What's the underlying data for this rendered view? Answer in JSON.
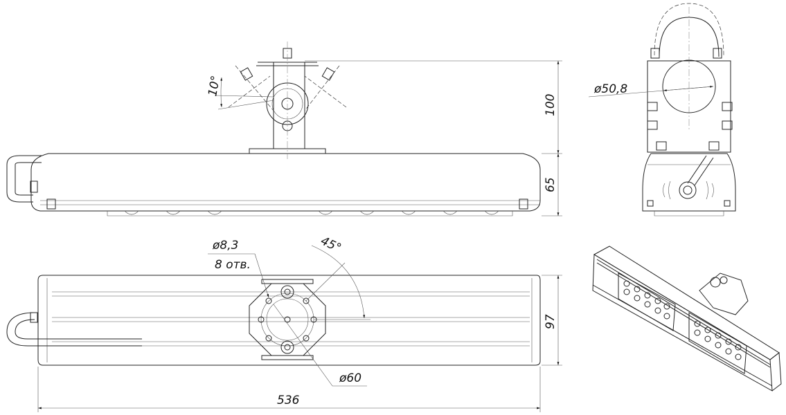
{
  "title": "LED luminaire dimensional drawing",
  "dimensions": {
    "tilt_step": "10°",
    "bracket_height": "100",
    "body_height": "65",
    "pipe_diameter": "ø50,8",
    "hole_diameter": "ø8,3",
    "hole_count": "8 отв.",
    "hole_angle": "45°",
    "body_width": "97",
    "bolt_circle": "ø60",
    "body_length": "536"
  }
}
